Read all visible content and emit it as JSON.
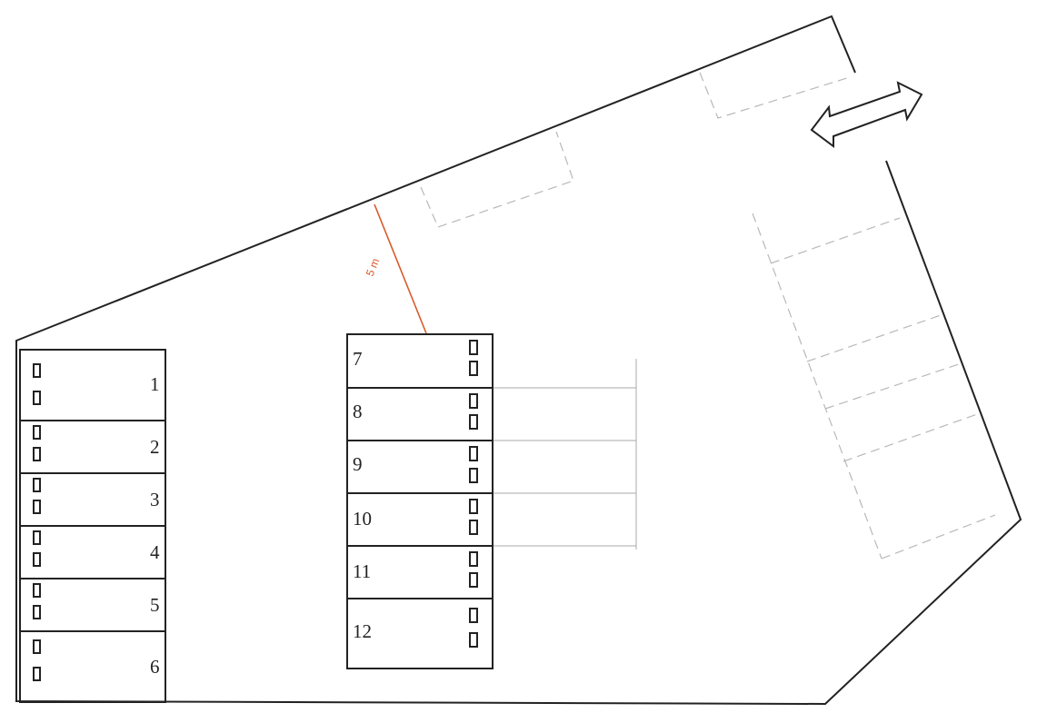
{
  "lot": {
    "left_block": [
      {
        "number": "1"
      },
      {
        "number": "2"
      },
      {
        "number": "3"
      },
      {
        "number": "4"
      },
      {
        "number": "5"
      },
      {
        "number": "6"
      }
    ],
    "center_block": [
      {
        "number": "7"
      },
      {
        "number": "8"
      },
      {
        "number": "9"
      },
      {
        "number": "10"
      },
      {
        "number": "11"
      },
      {
        "number": "12"
      }
    ],
    "dimension_label": "5 m",
    "entrance_arrow": "double-arrow-icon"
  },
  "colors": {
    "outline": "#222222",
    "dimension": "#d85a2a",
    "dashed_stalls": "#b8b8b8"
  }
}
